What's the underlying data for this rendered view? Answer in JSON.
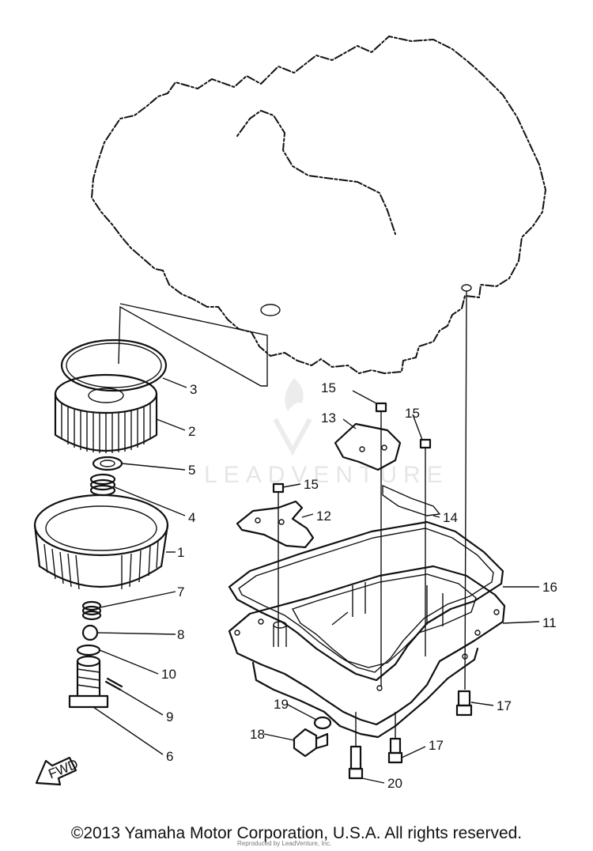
{
  "watermark": {
    "text": "LEADVENTURE"
  },
  "callouts": {
    "c1": "1",
    "c2": "2",
    "c3": "3",
    "c4": "4",
    "c5": "5",
    "c6": "6",
    "c7": "7",
    "c8": "8",
    "c9": "9",
    "c10": "10",
    "c11": "11",
    "c12": "12",
    "c13": "13",
    "c14": "14",
    "c15a": "15",
    "c15b": "15",
    "c15c": "15",
    "c16": "16",
    "c17a": "17",
    "c17b": "17",
    "c18": "18",
    "c19": "19",
    "c20": "20"
  },
  "direction_label": "FWD",
  "footer": {
    "copyright": "©2013 Yamaha Motor Corporation, U.S.A. All rights reserved.",
    "subtext": "Reproduced by LeadVenture, Inc."
  },
  "colors": {
    "line": "#111111",
    "background": "#ffffff",
    "watermark": "#e6e6e6"
  }
}
